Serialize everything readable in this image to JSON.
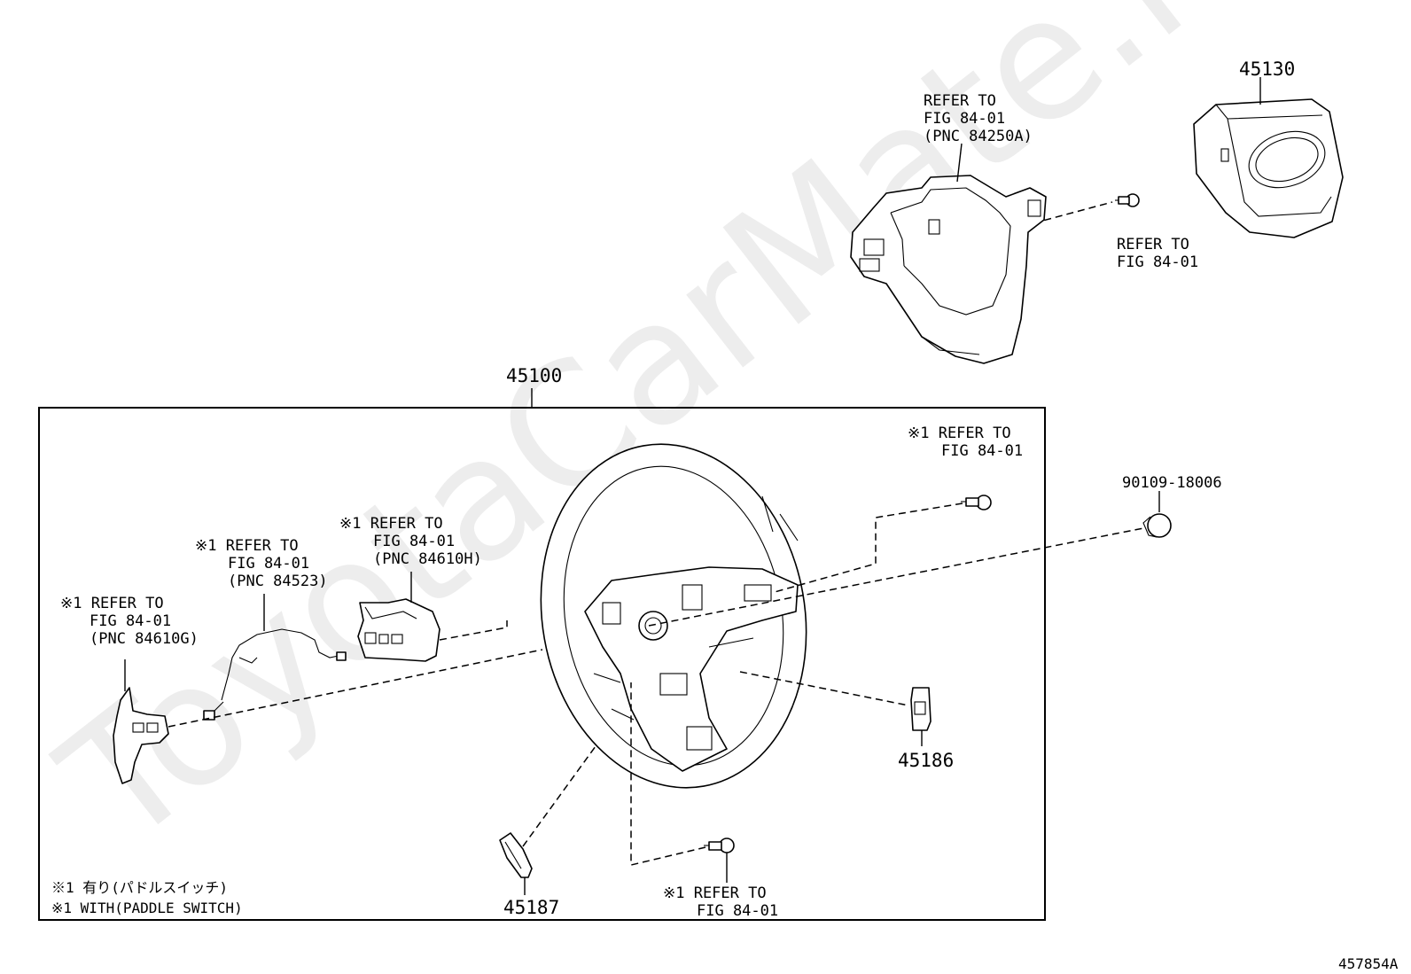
{
  "diagram": {
    "watermark": "ToyotaCarMate.ru",
    "figure_code": "457854A",
    "labels": {
      "p45130": "45130",
      "p45100": "45100",
      "p90109": "90109-18006",
      "p45186": "45186",
      "p45187": "45187"
    },
    "refs": {
      "top_switch": [
        "REFER TO",
        "FIG 84-01",
        "(PNC 84250A)"
      ],
      "top_screw": [
        "REFER TO",
        "FIG 84-01"
      ],
      "screw_right": [
        "※1 REFER TO",
        "FIG 84-01"
      ],
      "paddle_h": [
        "※1 REFER TO",
        "FIG 84-01",
        "(PNC 84610H)"
      ],
      "wire_84523": [
        "※1 REFER TO",
        "FIG 84-01",
        "(PNC 84523)"
      ],
      "paddle_g": [
        "※1 REFER TO",
        "FIG 84-01",
        "(PNC 84610G)"
      ],
      "screw_bottom": [
        "※1 REFER TO",
        "FIG 84-01"
      ]
    },
    "notes": [
      "※1 有り(パドルスイッチ)",
      "※1 WITH(PADDLE SWITCH)"
    ]
  }
}
